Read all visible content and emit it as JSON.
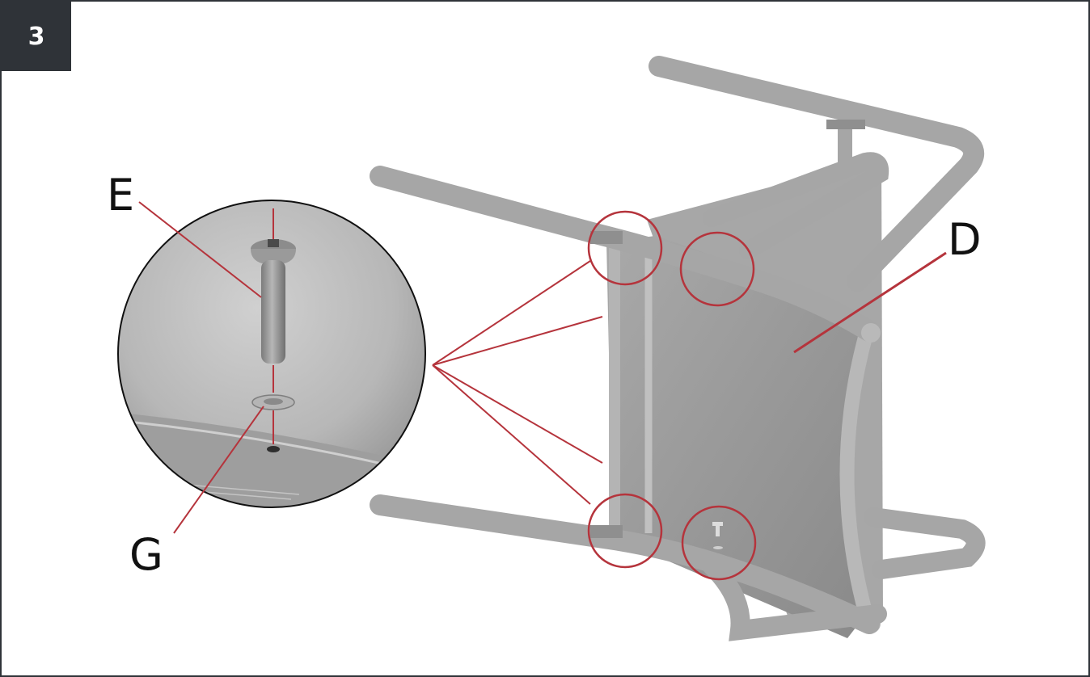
{
  "step": {
    "number": "3"
  },
  "callouts": {
    "e": "E",
    "g": "G",
    "d": "D"
  },
  "colors": {
    "frame": "#2f3338",
    "badge": "#2f3338",
    "leader": "#b5343c",
    "part": "#9a9a9a"
  },
  "icons": [
    "stool-frame-illustration",
    "seat-panel",
    "screw",
    "washer",
    "magnifier-detail"
  ]
}
